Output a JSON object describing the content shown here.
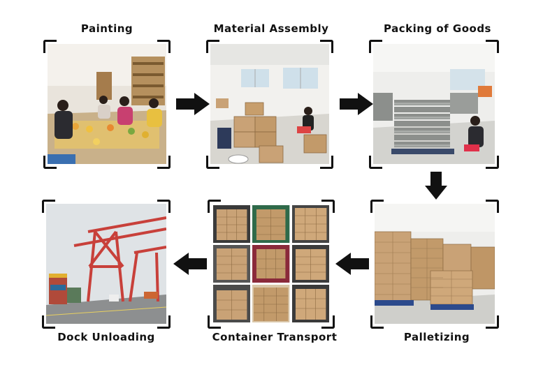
{
  "steps": {
    "painting": "Painting",
    "material_assembly": "Material Assembly",
    "packing": "Packing of Goods",
    "palletizing": "Palletizing",
    "container_transport": "Container Transport",
    "dock_unloading": "Dock Unloading"
  },
  "colors": {
    "arrow": "#111111",
    "box": "#c9a276",
    "crane": "#c8403a",
    "floor": "#dcdcd8"
  },
  "icons": [
    "arrow-right-icon",
    "arrow-down-icon",
    "arrow-left-icon"
  ]
}
